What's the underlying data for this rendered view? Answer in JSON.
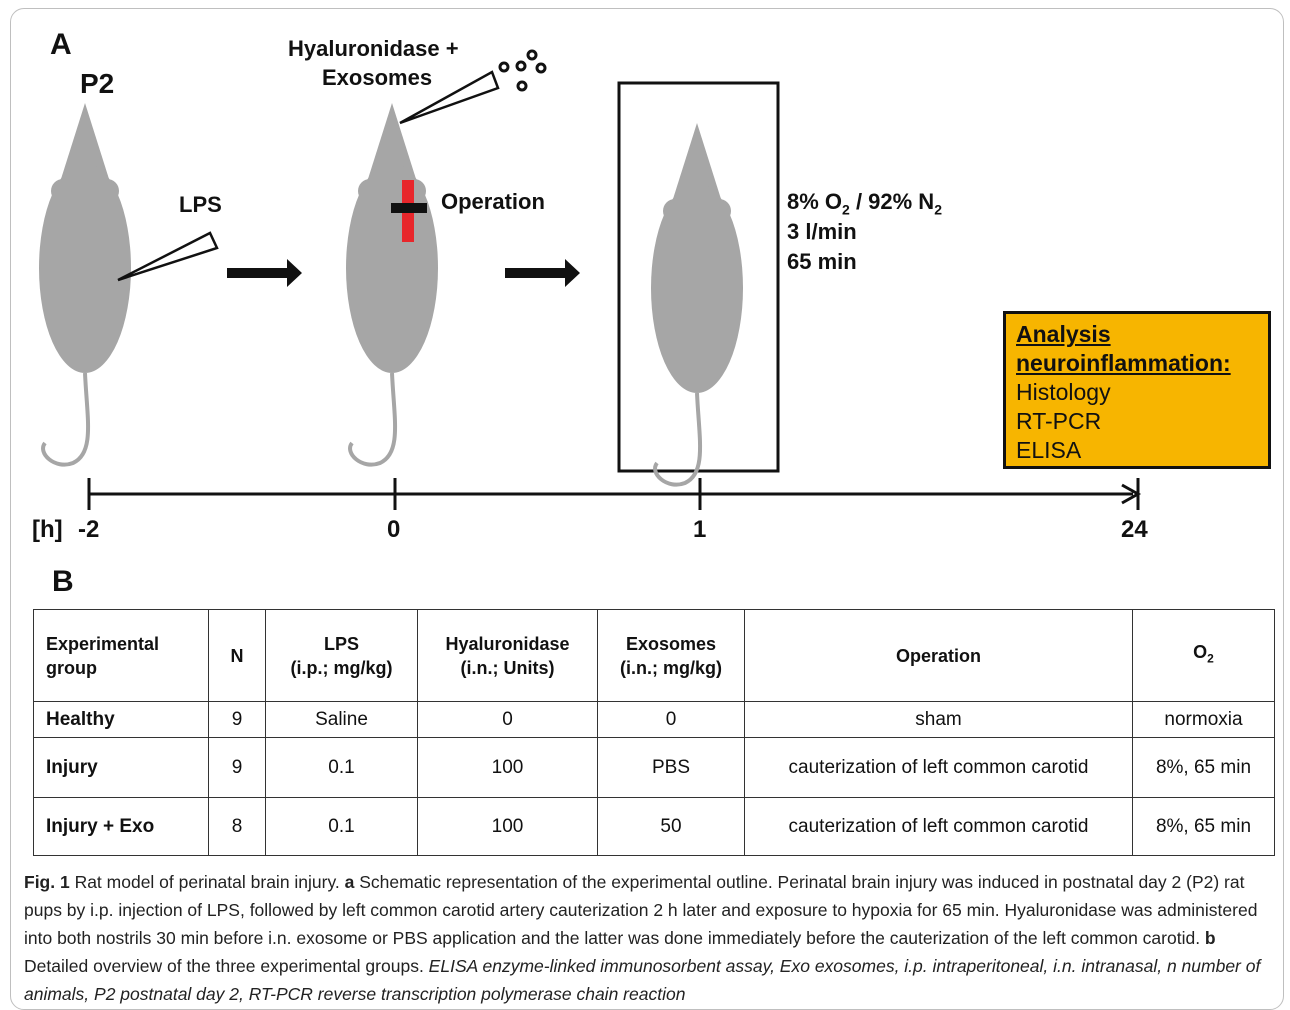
{
  "panel_a": {
    "label": "A",
    "age_label": "P2",
    "lps_label": "LPS",
    "injection_label_line1": "Hyaluronidase +",
    "injection_label_line2": "Exosomes",
    "operation_label": "Operation",
    "hypoxia": {
      "line1_prefix": "8% O",
      "line1_sub": "2",
      "line1_mid": " / 92% N",
      "line1_sub2": "2",
      "line2": "3 l/min",
      "line3": "65 min"
    },
    "analysis": {
      "head1": "Analysis",
      "head2": "neuroinflammation:",
      "items": [
        "Histology",
        "RT-PCR",
        "ELISA"
      ]
    },
    "timeline": {
      "unit": "[h]",
      "ticks": [
        "-2",
        "0",
        "1",
        "24"
      ]
    },
    "colors": {
      "rat": "#a6a6a6",
      "incision": "#e8262b",
      "analysis_box": "#f7b500"
    }
  },
  "panel_b": {
    "label": "B",
    "headers": {
      "group_1": "Experimental",
      "group_2": "group",
      "n": "N",
      "lps_1": "LPS",
      "lps_2": "(i.p.; mg/kg)",
      "hya_1": "Hyaluronidase",
      "hya_2": "(i.n.; Units)",
      "exo_1": "Exosomes",
      "exo_2": "(i.n.; mg/kg)",
      "operation": "Operation",
      "o2_main": "O",
      "o2_sub": "2"
    },
    "rows": [
      {
        "group": "Healthy",
        "n": "9",
        "lps": "Saline",
        "hya": "0",
        "exo": "0",
        "operation": "sham",
        "o2": "normoxia"
      },
      {
        "group": "Injury",
        "n": "9",
        "lps": "0.1",
        "hya": "100",
        "exo": "PBS",
        "operation": "cauterization of left common carotid",
        "o2": "8%, 65 min"
      },
      {
        "group": "Injury + Exo",
        "n": "8",
        "lps": "0.1",
        "hya": "100",
        "exo": "50",
        "operation": "cauterization of left common carotid",
        "o2": "8%, 65 min"
      }
    ]
  },
  "caption": {
    "fig": "Fig. 1",
    "title": " Rat model of perinatal brain injury. ",
    "a_label": "a",
    "a_text": " Schematic representation of the experimental outline. Perinatal brain injury was induced in postnatal day 2 (P2) rat pups by i.p. injection of LPS, followed by left common carotid artery cauterization 2 h later and exposure to hypoxia for 65 min. Hyaluronidase was administered into both nostrils 30 min before i.n. exosome or PBS application and the latter was done immediately before the cauterization of the left common carotid. ",
    "b_label": "b",
    "b_text": " Detailed overview of the three experimental groups. ",
    "abbrev": "ELISA enzyme-linked immunosorbent assay, Exo exosomes, i.p. intraperitoneal, i.n. intranasal, n number of animals, P2 postnatal day 2, RT-PCR reverse transcription polymerase chain reaction"
  }
}
